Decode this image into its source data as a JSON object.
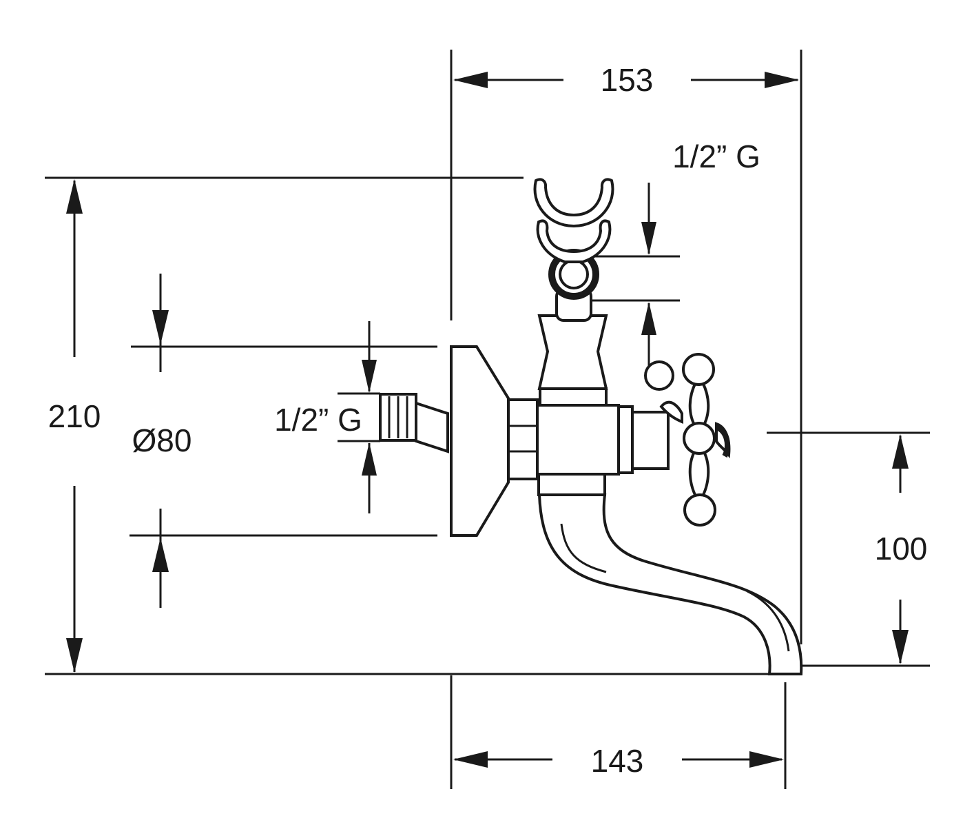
{
  "dimensions": {
    "top_width": "153",
    "bottom_width": "143",
    "total_height": "210",
    "flange_diameter": "Ø80",
    "spout_height": "100",
    "top_thread": "1/2” G",
    "inlet_thread": "1/2” G"
  },
  "colors": {
    "line": "#1a1a1a",
    "background": "#ffffff"
  }
}
